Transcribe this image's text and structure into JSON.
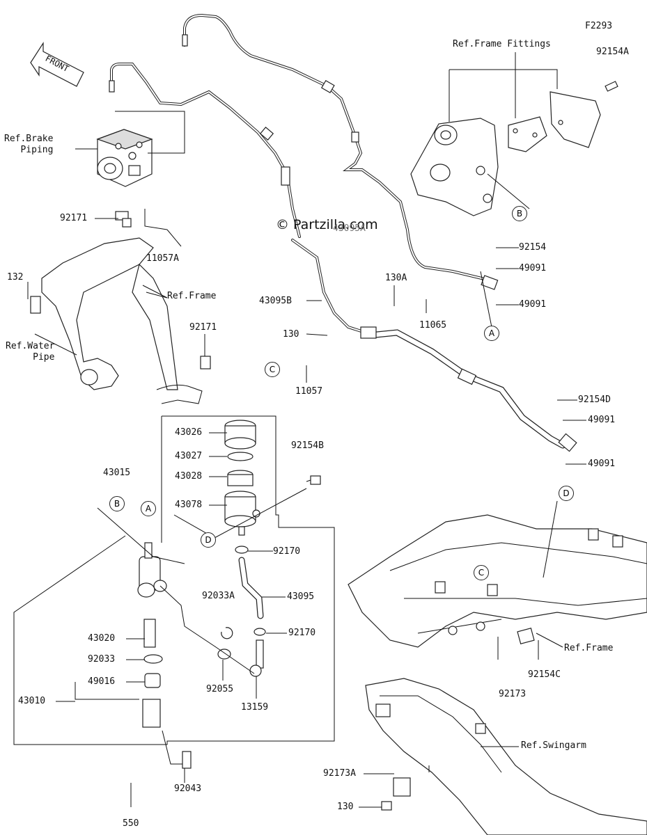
{
  "figure_code": "F2293",
  "watermark": "© Partzilla.com",
  "front_label": "FRONT",
  "refs": {
    "frame_fittings": "Ref.Frame Fittings",
    "brake_piping": "Ref.Brake\nPiping",
    "frame_upper": "Ref.Frame",
    "water_pipe": "Ref.Water\nPipe",
    "frame_lower": "Ref.Frame",
    "swingarm": "Ref.Swingarm"
  },
  "callouts": {
    "A": "A",
    "B": "B",
    "C": "C",
    "D": "D"
  },
  "parts": {
    "p92154A": "92154A",
    "p92171a": "92171",
    "p11057A": "11057A",
    "p132": "132",
    "p92171b": "92171",
    "p92154": "92154",
    "p49091a": "49091",
    "p49091b": "49091",
    "p130A": "130A",
    "p11065": "11065",
    "p43095B": "43095B",
    "p130": "130",
    "p11057": "11057",
    "p92154D": "92154D",
    "p49091c": "49091",
    "p49091d": "49091",
    "p43026": "43026",
    "p43027": "43027",
    "p43028": "43028",
    "p43078": "43078",
    "p43015": "43015",
    "p92154B": "92154B",
    "p92170a": "92170",
    "p92033A": "92033A",
    "p43095": "43095",
    "p92170b": "92170",
    "p43020": "43020",
    "p92033": "92033",
    "p49016": "49016",
    "p43010": "43010",
    "p92055": "92055",
    "p13159": "13159",
    "p92043": "92043",
    "p550": "550",
    "p92173": "92173",
    "p92154C": "92154C",
    "p92173A": "92173A",
    "p130b": "130",
    "partial_hidden": "43095A"
  }
}
